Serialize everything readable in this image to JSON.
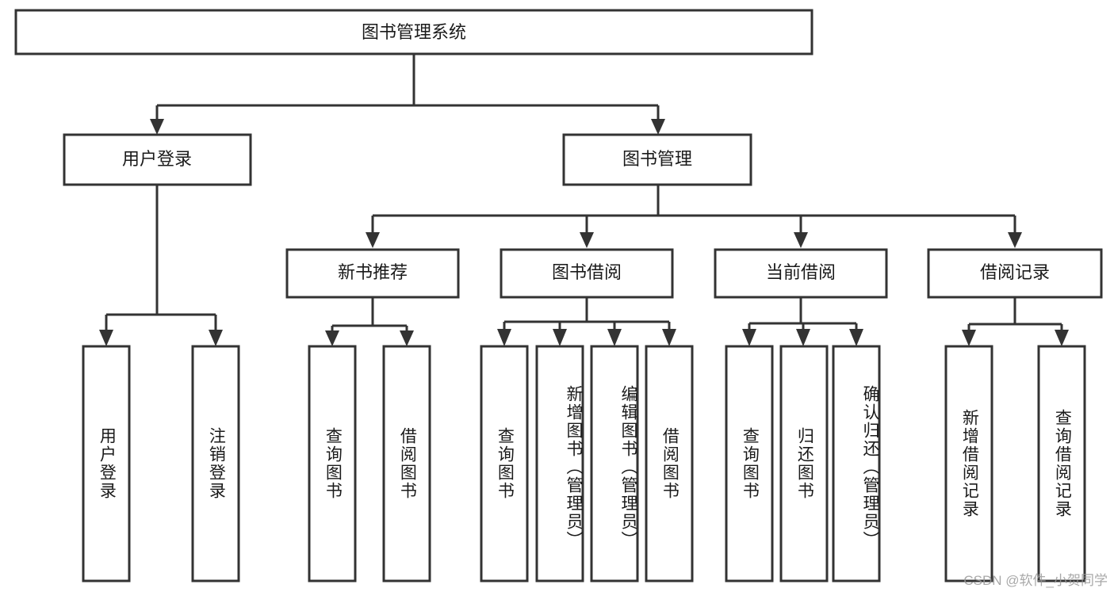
{
  "diagram": {
    "title": "图书管理系统",
    "type": "tree",
    "colors": {
      "box_stroke": "#333333",
      "box_fill": "#ffffff",
      "connector": "#333333",
      "text": "#1a1a1a",
      "watermark": "#9a9a9a",
      "background": "#ffffff"
    },
    "nodes": {
      "root": {
        "label": "图书管理系统",
        "level": 1,
        "orientation": "horizontal"
      },
      "level2": [
        {
          "id": "user-login",
          "label": "用户登录"
        },
        {
          "id": "book-manage",
          "label": "图书管理"
        }
      ],
      "level3": [
        {
          "id": "new-book-recommend",
          "label": "新书推荐",
          "parent": "book-manage"
        },
        {
          "id": "book-borrow",
          "label": "图书借阅",
          "parent": "book-manage"
        },
        {
          "id": "current-borrow",
          "label": "当前借阅",
          "parent": "book-manage"
        },
        {
          "id": "borrow-record",
          "label": "借阅记录",
          "parent": "book-manage"
        }
      ],
      "leaves": [
        {
          "id": "leaf-user-login",
          "label": "用户登录",
          "parent": "user-login"
        },
        {
          "id": "leaf-logout-login",
          "label": "注销登录",
          "parent": "user-login"
        },
        {
          "id": "leaf-query-book-1",
          "label": "查询图书",
          "parent": "new-book-recommend"
        },
        {
          "id": "leaf-borrow-book-1",
          "label": "借阅图书",
          "parent": "new-book-recommend"
        },
        {
          "id": "leaf-query-book-2",
          "label": "查询图书",
          "parent": "book-borrow"
        },
        {
          "id": "leaf-add-book",
          "label": "新增图书（管理员）",
          "parent": "book-borrow"
        },
        {
          "id": "leaf-edit-book",
          "label": "编辑图书（管理员）",
          "parent": "book-borrow"
        },
        {
          "id": "leaf-borrow-book-2",
          "label": "借阅图书",
          "parent": "book-borrow"
        },
        {
          "id": "leaf-query-book-3",
          "label": "查询图书",
          "parent": "current-borrow"
        },
        {
          "id": "leaf-return-book",
          "label": "归还图书",
          "parent": "current-borrow"
        },
        {
          "id": "leaf-confirm-return",
          "label": "确认归还（管理员）",
          "parent": "current-borrow"
        },
        {
          "id": "leaf-add-record",
          "label": "新增借阅记录",
          "parent": "borrow-record"
        },
        {
          "id": "leaf-query-record",
          "label": "查询借阅记录",
          "parent": "borrow-record"
        }
      ]
    }
  },
  "watermark": {
    "text": "CSDN @软件_小贺同学"
  }
}
